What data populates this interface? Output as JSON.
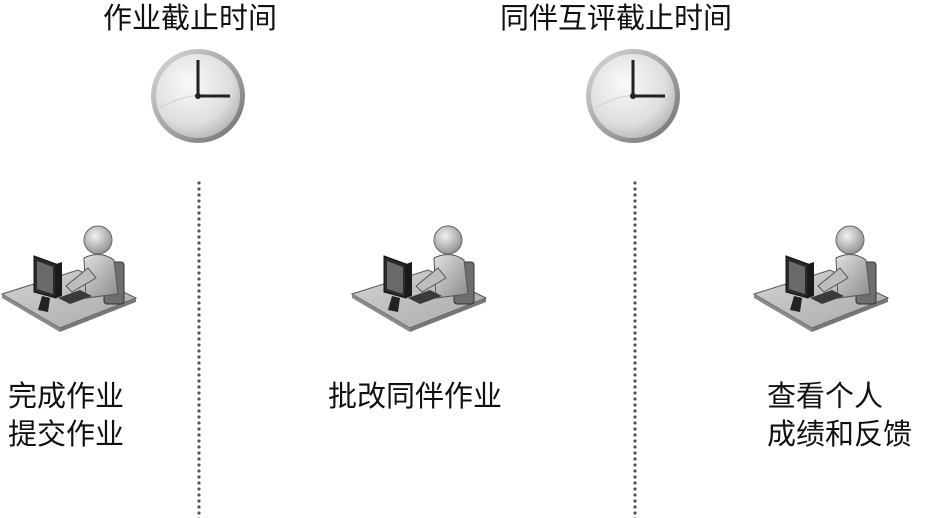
{
  "deadlines": [
    {
      "label": "作业截止时间"
    },
    {
      "label": "同伴互评截止时间"
    }
  ],
  "stages": [
    {
      "lines": [
        "完成作业",
        "提交作业"
      ]
    },
    {
      "lines": [
        "批改同伴作业"
      ]
    },
    {
      "lines": [
        "查看个人",
        "成绩和反馈"
      ]
    }
  ],
  "icons": {
    "deadline": "clock-icon",
    "stage": "person-at-computer-icon"
  }
}
